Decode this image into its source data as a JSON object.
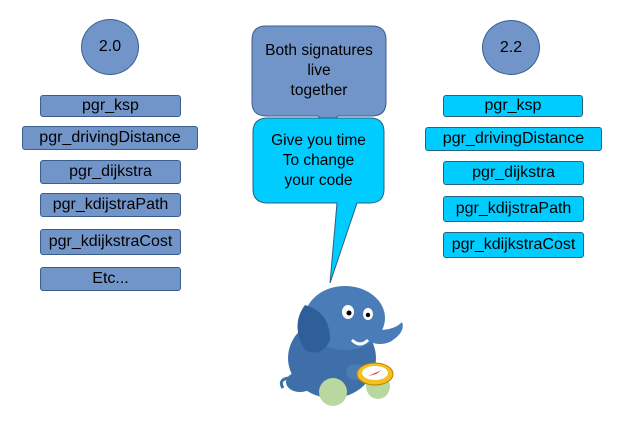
{
  "left": {
    "version": "2.0",
    "functions": [
      "pgr_ksp",
      "pgr_drivingDistance",
      "pgr_dijkstra",
      "pgr_kdijstraPath",
      "pgr_kdijkstraCost",
      "Etc..."
    ]
  },
  "right": {
    "version": "2.2",
    "functions": [
      "pgr_ksp",
      "pgr_drivingDistance",
      "pgr_dijkstra",
      "pgr_kdijstraPath",
      "pgr_kdijkstraCost"
    ]
  },
  "bubble_top": {
    "lines": [
      "Both signatures",
      "live",
      "together"
    ]
  },
  "bubble_bottom": {
    "lines": [
      "Give you time",
      "To change",
      "your code"
    ]
  },
  "colors": {
    "left_fill": "#7295c9",
    "right_fill": "#00ccff",
    "elephant": "#3f6fa8"
  },
  "mascot": "elephant-mascot-icon"
}
